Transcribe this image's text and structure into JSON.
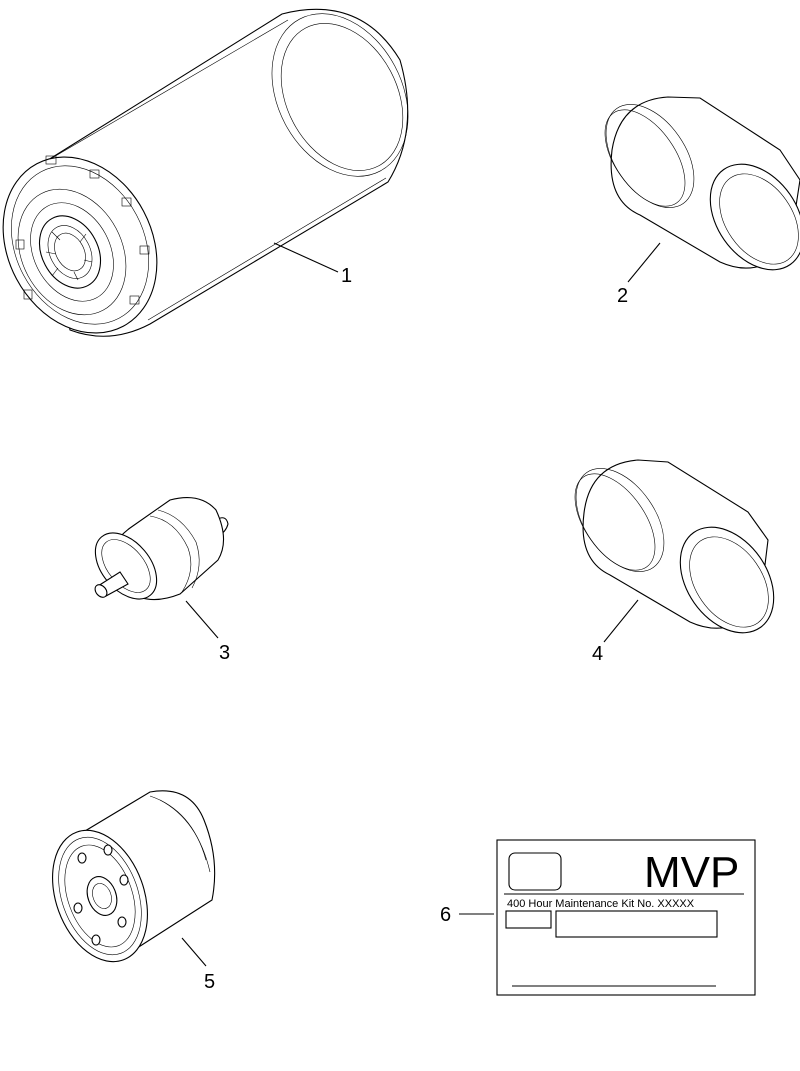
{
  "parts": [
    {
      "callout": "1",
      "kind": "air-filter"
    },
    {
      "callout": "2",
      "kind": "canister-filter"
    },
    {
      "callout": "3",
      "kind": "inline-fuel-filter"
    },
    {
      "callout": "4",
      "kind": "canister-filter"
    },
    {
      "callout": "5",
      "kind": "spin-on-oil-filter"
    },
    {
      "callout": "6",
      "kind": "kit-label"
    }
  ],
  "kit_label": {
    "brand": "MVP",
    "kit_text": "400 Hour Maintenance Kit No. XXXXX"
  }
}
